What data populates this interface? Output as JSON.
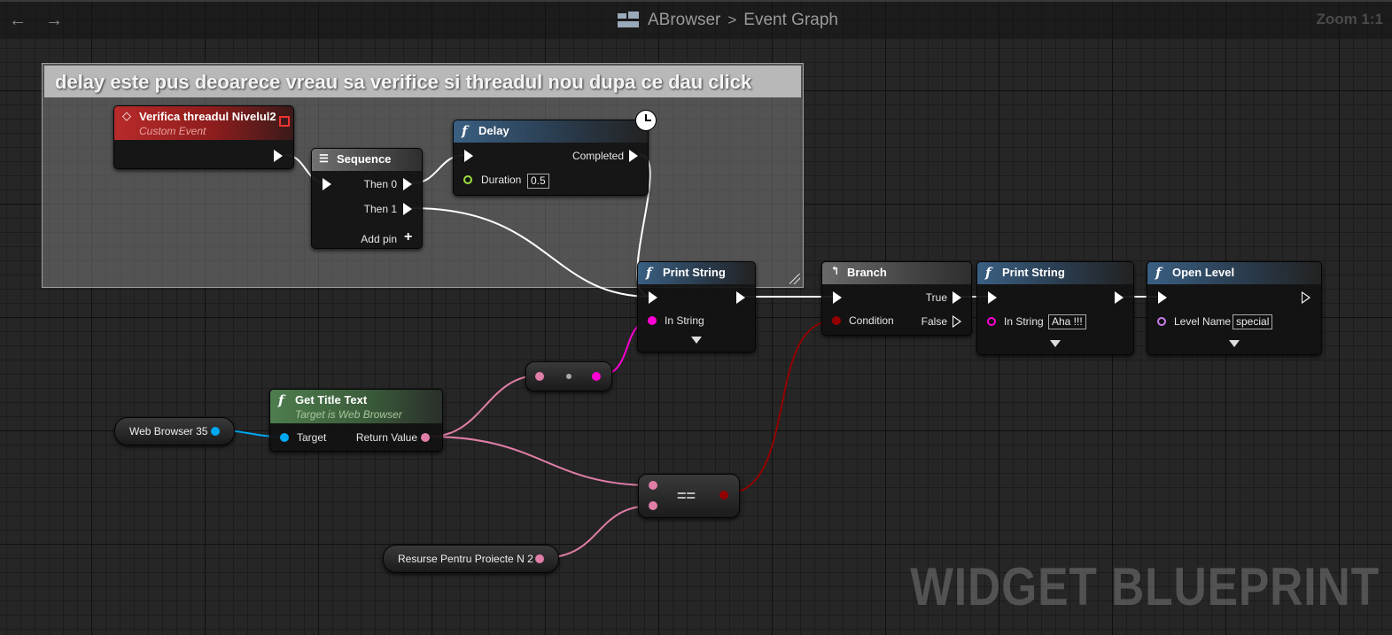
{
  "header": {
    "back_icon": "arrow-left-icon",
    "forward_icon": "arrow-right-icon",
    "blueprint_name": "ABrowser",
    "separator": ">",
    "graph_name": "Event Graph",
    "zoom": "Zoom 1:1"
  },
  "comment": {
    "text": "delay este pus deoarece vreau sa verifice si threadul nou dupa ce dau click"
  },
  "nodes": {
    "event": {
      "title": "Verifica threadul Nivelul2",
      "subtitle": "Custom Event"
    },
    "sequence": {
      "title": "Sequence",
      "then0": "Then 0",
      "then1": "Then 1",
      "add_pin": "Add pin"
    },
    "delay": {
      "title": "Delay",
      "completed": "Completed",
      "duration_label": "Duration",
      "duration_value": "0.5"
    },
    "print1": {
      "title": "Print String",
      "in_string": "In String"
    },
    "branch": {
      "title": "Branch",
      "true_label": "True",
      "false_label": "False",
      "condition": "Condition"
    },
    "print2": {
      "title": "Print String",
      "in_string": "In String",
      "in_string_value": "Aha !!!"
    },
    "open_level": {
      "title": "Open Level",
      "level_name": "Level Name",
      "level_value": "special"
    },
    "get_title": {
      "title": "Get Title Text",
      "subtitle": "Target is Web Browser",
      "target": "Target",
      "return_value": "Return Value"
    },
    "web_browser": {
      "label": "Web Browser 35"
    },
    "resurse": {
      "label": "Resurse Pentru Proiecte N 2"
    },
    "equals": {
      "label": "=="
    }
  },
  "watermark": "WIDGET BLUEPRINT",
  "colors": {
    "exec": "#ffffff",
    "string_pin": "#ff00d4",
    "text_pin": "#e07ea8",
    "bool_pin": "#940000",
    "object_pin": "#00a8f2",
    "float_pin": "#9ee03c",
    "name_pin": "#c87dea"
  }
}
